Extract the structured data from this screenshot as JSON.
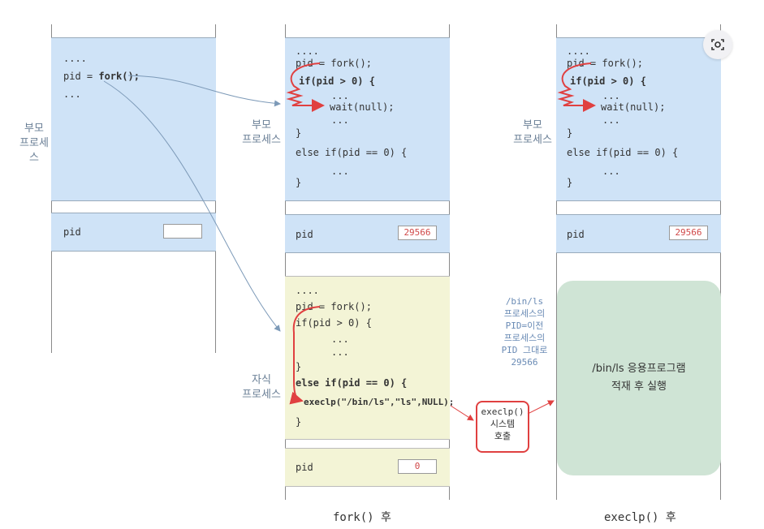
{
  "left": {
    "label": "부모\n프로세스",
    "code": [
      "....",
      "pid = fork();",
      "..."
    ],
    "pid_label": "pid",
    "pid_value": ""
  },
  "middle": {
    "parent_label": "부모\n프로세스",
    "child_label": "자식\n프로세스",
    "parent_code": [
      "....",
      "pid = fork();",
      "if(pid > 0) {",
      "...",
      "wait(null);",
      "...",
      "}",
      "else if(pid == 0) {",
      "...",
      "}"
    ],
    "parent_pid_label": "pid",
    "parent_pid_value": "29566",
    "child_code": [
      "....",
      "pid = fork();",
      "if(pid > 0) {",
      "...",
      "...",
      "}",
      "else if(pid == 0) {",
      "execlp(\"/bin/ls\",\"ls\",NULL);",
      "}"
    ],
    "child_pid_label": "pid",
    "child_pid_value": "0",
    "caption": "fork() 후"
  },
  "right": {
    "parent_label": "부모\n프로세스",
    "parent_code": [
      "....",
      "pid = fork();",
      "if(pid > 0) {",
      "...",
      "wait(null);",
      "...",
      "}",
      "else if(pid == 0) {",
      "...",
      "}"
    ],
    "pid_label": "pid",
    "pid_value": "29566",
    "note": "/bin/ls\n프로세스의\nPID=이전\n프로세스의\nPID 그대로\n29566",
    "green_text": "/bin/ls 응용프로그램\n적재 후 실행",
    "caption": "execlp() 후"
  },
  "syscall": {
    "text": "execlp()\n시스템\n호출"
  },
  "colors": {
    "parent_bg": "#cfe3f7",
    "child_bg": "#f3f4d6",
    "loaded_bg": "#cfe4d5",
    "highlight": "#e04040",
    "arrow": "#7d9ab8"
  },
  "icons": {
    "scan": "scan-icon"
  }
}
